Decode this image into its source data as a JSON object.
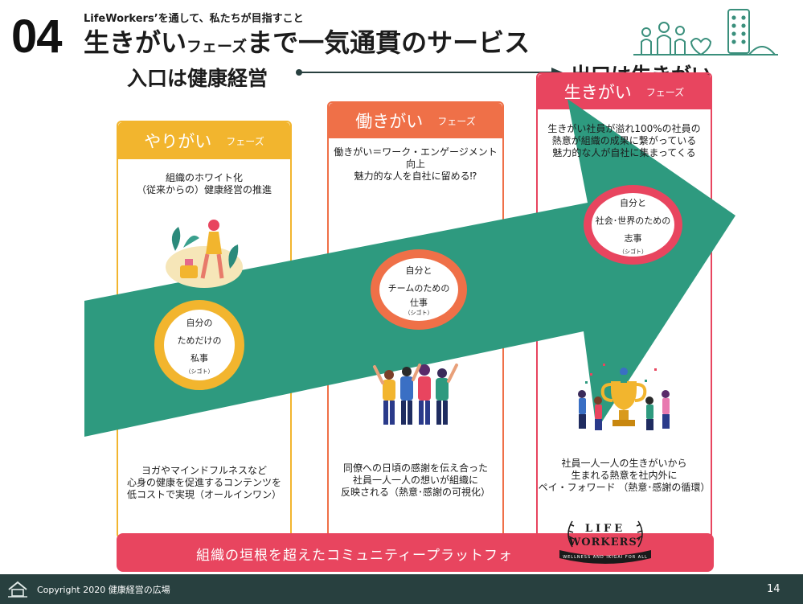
{
  "header": {
    "section_number": "04",
    "subtitle": "LifeWorkers’を通して、私たちが目指すこと",
    "title_part1": "生きがい",
    "title_part2": "フェーズ",
    "title_part3": "まで一気通貫のサービス",
    "entrance": "入口は健康経営",
    "exit": "出口は生きがい"
  },
  "columns": [
    {
      "phase": "やりがい",
      "phase_suffix": "フェーズ",
      "description": [
        "組織のホワイト化",
        "（従来からの）健康経営の推進"
      ],
      "circle": [
        "自分の",
        "ためだけの",
        "私事"
      ],
      "circle_reading": "（シゴト）",
      "footer": [
        "ヨガやマインドフルネスなど",
        "心身の健康を促進するコンテンツを",
        "低コストで実現（オールインワン）"
      ]
    },
    {
      "phase": "働きがい",
      "phase_suffix": "フェーズ",
      "description": [
        "働きがい＝ワーク・エンゲージメント",
        "向上",
        "魅力的な人を自社に留める⁉︎"
      ],
      "circle": [
        "自分と",
        "チームのための",
        "仕事"
      ],
      "circle_reading": "（シゴト）",
      "footer": [
        "同僚への日頃の感謝を伝え合った",
        "社員一人一人の想いが組織に",
        "反映される（熱意･感謝の可視化）"
      ]
    },
    {
      "phase": "生きがい",
      "phase_suffix": "フェーズ",
      "description": [
        "生きがい社員が溢れ100%の社員の",
        "熱意が組織の成果に繋がっている",
        "魅力的な人が自社に集まってくる"
      ],
      "circle": [
        "自分と",
        "社会･世界のための",
        "志事"
      ],
      "circle_reading": "（シゴト）",
      "footer": [
        "社員一人一人の生きがいから",
        "生まれる熱意を社内外に",
        "ペイ・フォワード （熱意･感謝の循環）"
      ]
    }
  ],
  "banner": "組織の垣根を超えたコミュニティープラットフォ",
  "logo": {
    "line1": "LIFE",
    "line2": "WORKERS’",
    "tagline": "WELLNESS AND IKIGAI FOR ALL"
  },
  "footer": {
    "copyright": "Copyright 2020 健康経営の広場",
    "page_number": "14"
  },
  "colors": {
    "yarigai": "#f2b52e",
    "hatarakigai": "#ef7048",
    "ikigai": "#e8455f",
    "arrow": "#2e9a7f",
    "footer": "#28403f"
  }
}
